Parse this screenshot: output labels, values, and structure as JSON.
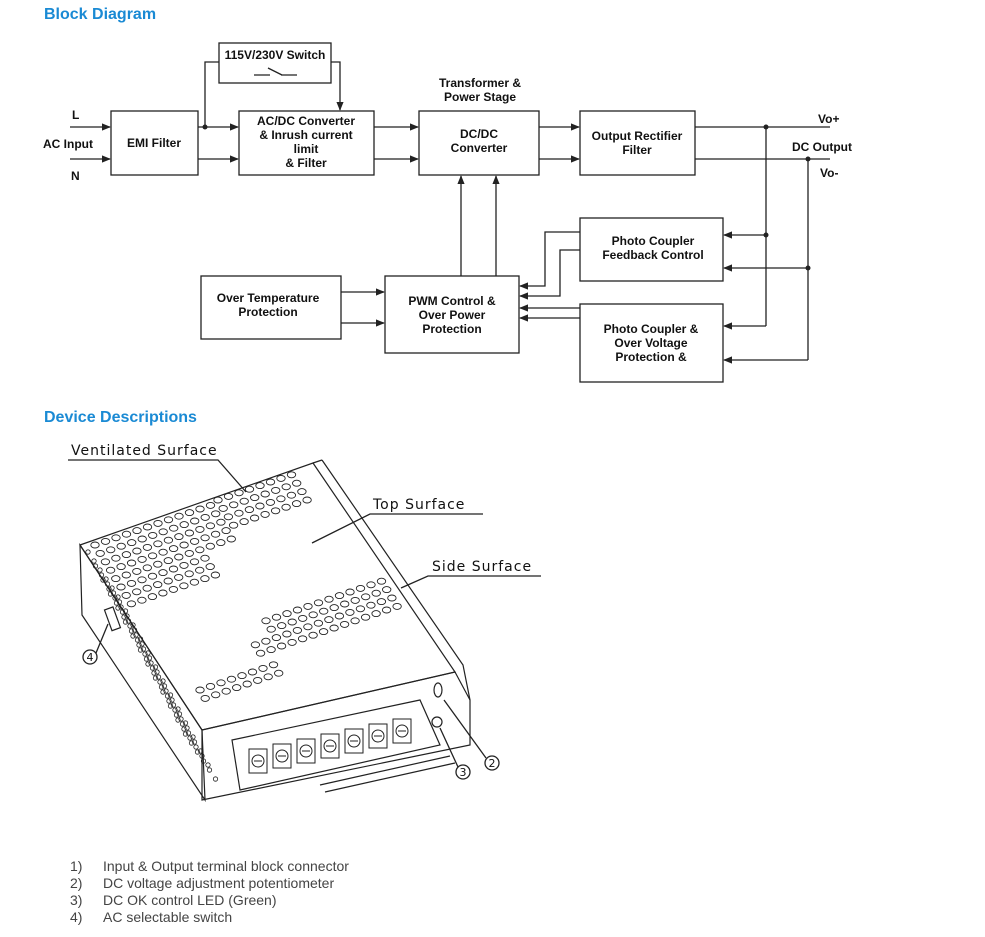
{
  "titles": {
    "block_diagram": "Block Diagram",
    "device_descriptions": "Device Descriptions"
  },
  "diagram": {
    "switch": "115V/230V Switch",
    "emi": "EMI Filter",
    "acdc": [
      "AC/DC Converter",
      "& Inrush current",
      "limit",
      "& Filter"
    ],
    "dcdc": [
      "DC/DC",
      "Converter"
    ],
    "transformer": [
      "Transformer &",
      "Power Stage"
    ],
    "rectifier": [
      "Output Rectifier",
      "Filter"
    ],
    "photo_feedback": [
      "Photo Coupler",
      "Feedback Control"
    ],
    "photo_ovp": [
      "Photo Coupler &",
      "Over Voltage",
      "Protection &"
    ],
    "pwm": [
      "PWM Control &",
      "Over Power",
      "Protection"
    ],
    "otp": [
      "Over Temperature",
      "Protection"
    ],
    "ac_input": "AC Input",
    "l": "L",
    "n": "N",
    "dc_output": "DC Output",
    "vo_plus": "Vo+",
    "vo_minus": "Vo-"
  },
  "device": {
    "ventilated": "Ventilated Surface",
    "top": "Top Surface",
    "side": "Side Surface",
    "callouts": [
      "2",
      "3",
      "4"
    ]
  },
  "descriptions": [
    {
      "num": "1)",
      "text": "Input & Output terminal block connector"
    },
    {
      "num": "2)",
      "text": "DC voltage adjustment potentiometer"
    },
    {
      "num": "3)",
      "text": "DC OK control LED (Green)"
    },
    {
      "num": "4)",
      "text": "AC selectable switch"
    }
  ]
}
